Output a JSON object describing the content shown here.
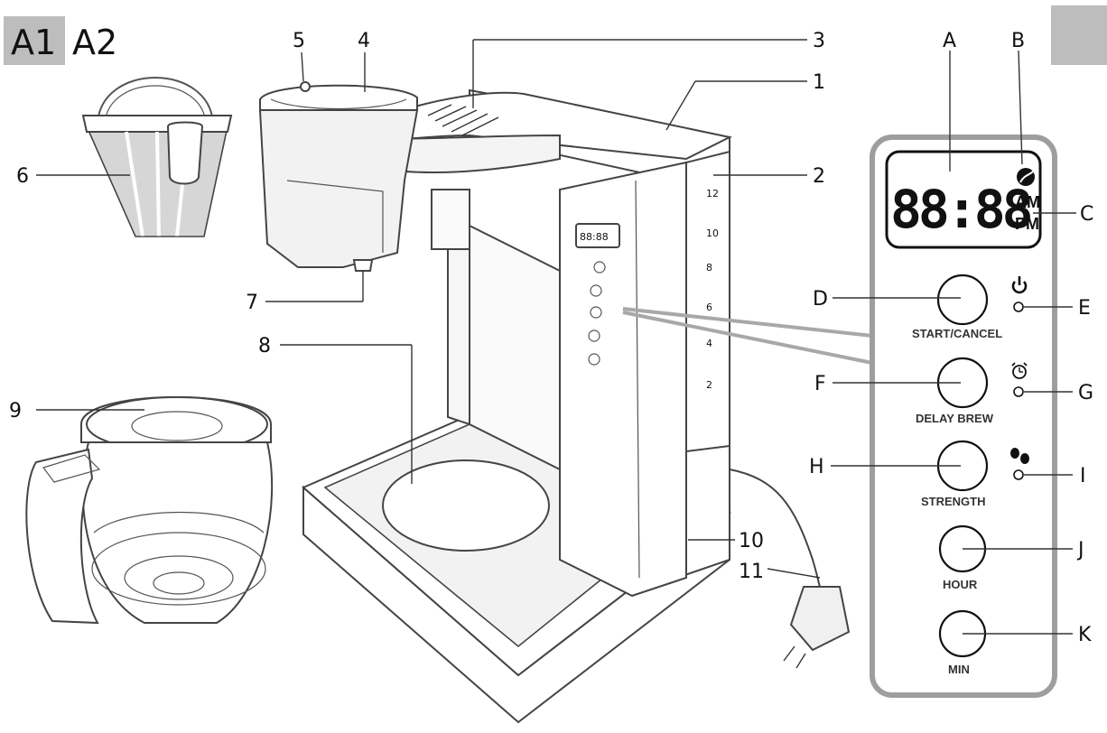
{
  "header": {
    "tab_a1": "A1",
    "tab_a2": "A2",
    "tab_a1_color": "#bdbdbd",
    "corner_tab_color": "#bdbdbd"
  },
  "callouts": {
    "n1": "1",
    "n2": "2",
    "n3": "3",
    "n4": "4",
    "n5": "5",
    "n6": "6",
    "n7": "7",
    "n8": "8",
    "n9": "9",
    "n10": "10",
    "n11": "11",
    "a": "A",
    "b": "B",
    "c": "C",
    "d": "D",
    "e": "E",
    "f": "F",
    "g": "G",
    "h": "H",
    "i": "I",
    "j": "J",
    "k": "K"
  },
  "panel": {
    "display": "88:88",
    "am": "AM",
    "pm": "PM",
    "buttons": {
      "start_cancel": "START/CANCEL",
      "delay_brew": "DELAY BREW",
      "strength": "STRENGTH",
      "hour": "HOUR",
      "min": "MIN"
    },
    "border_color": "#9e9e9e"
  },
  "tank_scale": [
    "12",
    "10",
    "8",
    "6",
    "4",
    "2"
  ]
}
